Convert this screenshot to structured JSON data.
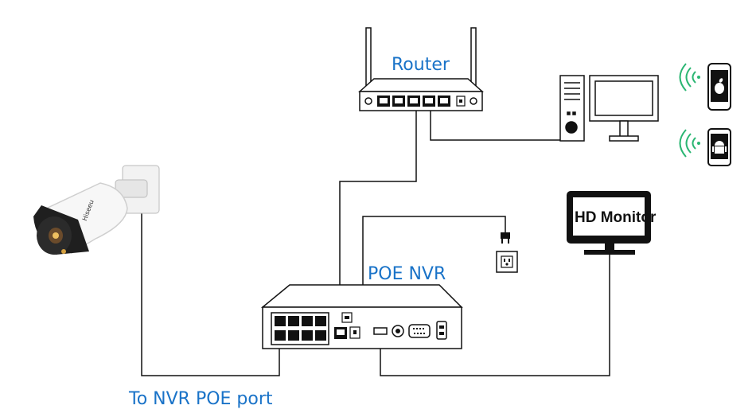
{
  "labels": {
    "router": "Router",
    "poe_nvr": "POE NVR",
    "hd_monitor": "HD Monitor",
    "nvr_port": "To NVR POE port",
    "camera_brand": "Hiseeu"
  },
  "colors": {
    "label_blue": "#1a73c8",
    "wifi_green": "#2bb673",
    "line": "#111111"
  },
  "icons": [
    "camera-icon",
    "router-icon",
    "desktop-pc-icon",
    "iphone-icon",
    "android-phone-icon",
    "power-plug-icon",
    "hd-monitor-icon",
    "nvr-icon"
  ]
}
